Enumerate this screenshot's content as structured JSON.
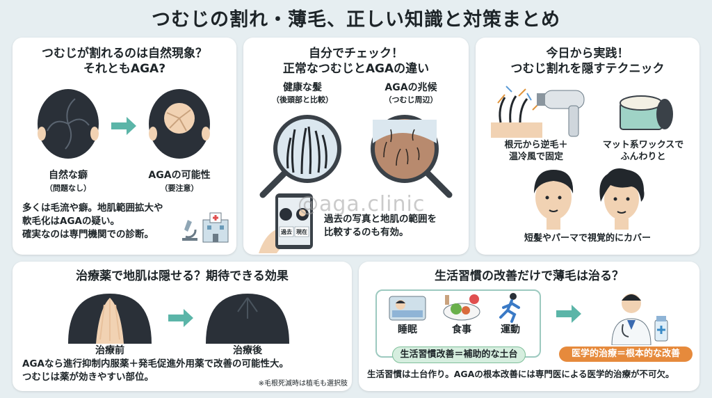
{
  "title": "つむじの割れ・薄毛、正しい知識と対策まとめ",
  "watermark": "@aga.clinic",
  "card1": {
    "title_line1": "つむじが割れるのは自然現象？",
    "title_line2": "それともAGA?",
    "left_label": "自然な癖",
    "left_sub": "（問題なし）",
    "right_label": "AGAの可能性",
    "right_sub": "（要注意）",
    "body": [
      "多くは毛流や癖。地肌範囲拡大や",
      "軟毛化はAGAの疑い。",
      "確実なのは専門機関での診断。"
    ]
  },
  "card2": {
    "title_line1": "自分でチェック！",
    "title_line2": "正常なつむじとAGAの違い",
    "left_label": "健康な髪",
    "left_sub": "（後頭部と比較）",
    "right_label": "AGAの兆候",
    "right_sub": "（つむじ周辺）",
    "phone_past": "過去",
    "phone_now": "現在",
    "body": [
      "過去の写真と地肌の範囲を",
      "比較するのも有効。"
    ]
  },
  "card3": {
    "title_line1": "今日から実践！",
    "title_line2": "つむじ割れを隠すテクニック",
    "tip1": [
      "根元から逆毛＋",
      "温冷風で固定"
    ],
    "tip2": [
      "マット系ワックスで",
      "ふんわりと"
    ],
    "tip3": "短髪やパーマで視覚的にカバー"
  },
  "card4": {
    "title": "治療薬で地肌は隠せる？期待できる効果",
    "before": "治療前",
    "after": "治療後",
    "body": [
      "AGAなら進行抑制内服薬＋発毛促進外用薬で改善の可能性大。",
      "つむじは薬が効きやすい部位。"
    ],
    "note": "※毛根死滅時は植毛も選択肢"
  },
  "card5": {
    "title": "生活習慣の改善だけで薄毛は治る？",
    "sleep": "睡眠",
    "meal": "食事",
    "exercise": "運動",
    "pill_left": "生活習慣改善＝補助的な土台",
    "pill_right": "医学的治療＝根本的な改善",
    "body": "生活習慣は土台作り。AGAの根本改善には専門医による医学的治療が不可欠。"
  },
  "colors": {
    "teal": "#5bb5a8",
    "pill_green": "#d6eedf",
    "pill_orange": "#e68a3c",
    "hair": "#2a3038",
    "scalp": "#f1d2b3"
  }
}
